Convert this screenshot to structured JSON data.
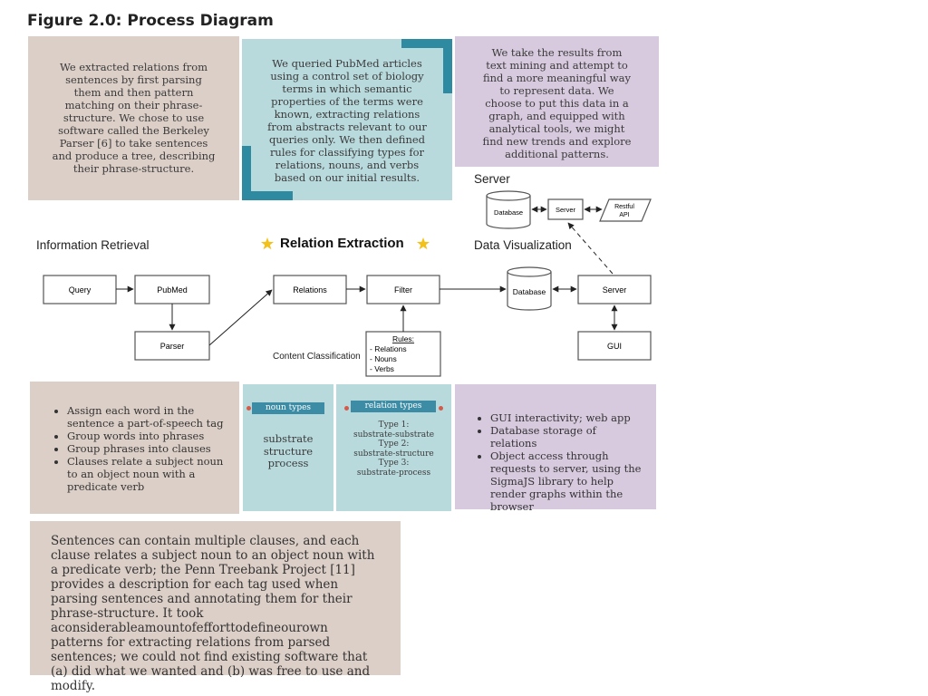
{
  "figure_title": "Figure 2.0: Process Diagram",
  "top_boxes": {
    "left": "We extracted relations from sentences by first parsing them and then pattern matching on their phrase-structure. We chose to use software called the Berkeley Parser [6] to take sentences and produce a tree, describing their phrase-structure.",
    "middle": "We queried PubMed articles using a control set of biology terms in which semantic properties of the terms were known, extracting relations from abstracts relevant to our queries only. We then defined rules for classifying types for relations, nouns, and verbs based on our initial results.",
    "right": "We take the results from text mining and attempt to find a more meaningful way to represent data. We choose to put this data in a graph, and equipped with analytical tools, we might find new trends and explore additional patterns."
  },
  "diagram": {
    "section_information_retrieval": "Information Retrieval",
    "section_relation_extraction": "Relation Extraction",
    "section_data_visualization": "Data Visualization",
    "section_server": "Server",
    "section_content_classification": "Content Classification",
    "node_query": "Query",
    "node_pubmed": "PubMed",
    "node_parser": "Parser",
    "node_relations": "Relations",
    "node_filter": "Filter",
    "node_database": "Database",
    "node_server": "Server",
    "node_gui": "GUI",
    "node_server_db": "Database",
    "node_server_server": "Server",
    "node_restful_1": "Restful",
    "node_restful_2": "API",
    "rules_title": "Rules:",
    "rules_items": [
      "- Relations",
      "- Nouns",
      "- Verbs"
    ],
    "colors": {
      "star": "#f2c21b",
      "box_stroke": "#555555"
    }
  },
  "bottom_boxes": {
    "left_items": [
      "Assign each word in the sentence a part-of-speech tag",
      "Group words into phrases",
      "Group phrases into clauses",
      "Clauses relate a subject noun to an object noun with a predicate verb"
    ],
    "noun_types": {
      "ribbon": "noun types",
      "items": [
        "substrate",
        "structure",
        "process"
      ]
    },
    "relation_types": {
      "ribbon": "relation types",
      "lines": [
        "Type 1:",
        "substrate-substrate",
        "Type 2:",
        "substrate-structure",
        "Type 3:",
        "substrate-process"
      ]
    },
    "right_items": [
      "GUI interactivity; web app",
      "Database storage of relations",
      "Object access through requests to server, using the SigmaJS library to help render graphs within the browser"
    ]
  },
  "bottom_paragraph": "Sentences can contain multiple clauses, and each clause relates a subject noun to an object noun with a predicate verb; the Penn Treebank Project [11] provides a description for each tag used when parsing sentences and annotating them for their phrase-structure. It took aconsiderableamountofefforttodefineourown patterns for extracting relations from parsed sentences; we could not find existing software that (a) did what we wanted and (b) was free to use and modify.",
  "palette": {
    "tan": "#dccfc7",
    "teal": "#b9dadd",
    "lavender": "#d7cade",
    "ribbon": "#3c8ca5",
    "accent_dark_teal": "#2d8aa0"
  }
}
